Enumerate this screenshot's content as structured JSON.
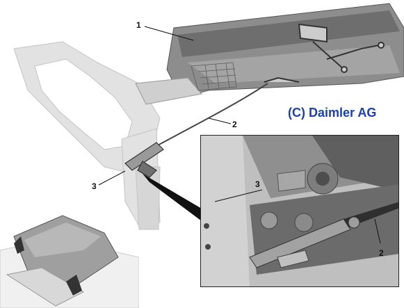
{
  "figure": {
    "copyright": "(C) Daimler AG",
    "callouts_main": [
      {
        "id": "callout-1",
        "text": "1"
      },
      {
        "id": "callout-2",
        "text": "2"
      },
      {
        "id": "callout-3",
        "text": "3"
      }
    ],
    "callouts_inset": [
      {
        "id": "inset-callout-3",
        "text": "3"
      },
      {
        "id": "inset-callout-2",
        "text": "2"
      }
    ]
  }
}
